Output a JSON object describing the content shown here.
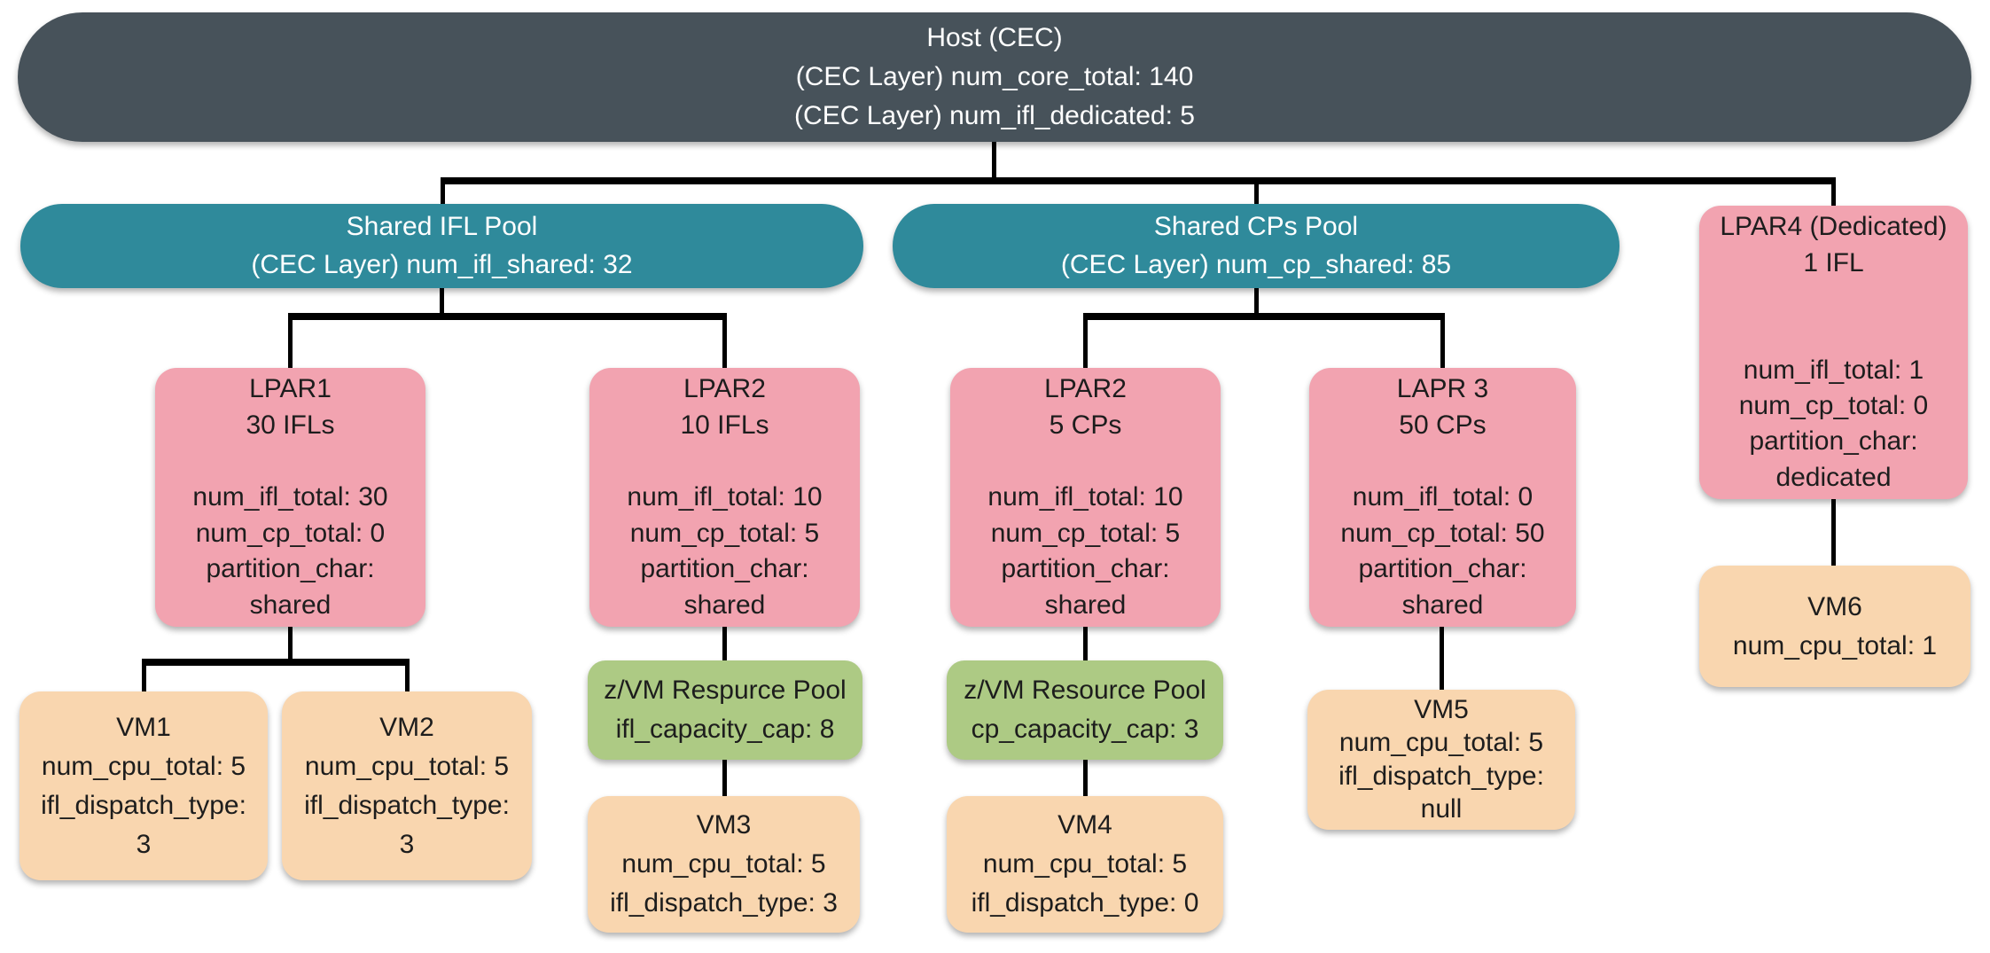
{
  "colors": {
    "host": "#47525A",
    "pool": "#2F8A9B",
    "lpar": "#F2A3B0",
    "vm": "#F9D6AF",
    "zvm_pool": "#ADCA84",
    "connector": "#000000",
    "text_on_dark": "#FFFFFF",
    "text_on_light": "#1D1D1D"
  },
  "nodes": {
    "host": {
      "lines": [
        "Host (CEC)",
        "(CEC Layer) num_core_total: 140",
        "(CEC Layer) num_ifl_dedicated: 5"
      ]
    },
    "shared_ifl_pool": {
      "lines": [
        "Shared IFL Pool",
        "(CEC Layer) num_ifl_shared: 32"
      ]
    },
    "shared_cps_pool": {
      "lines": [
        "Shared CPs Pool",
        "(CEC Layer) num_cp_shared: 85"
      ]
    },
    "lpar4": {
      "lines": [
        "LPAR4 (Dedicated)",
        "1 IFL",
        "",
        "",
        "num_ifl_total: 1",
        "num_cp_total: 0",
        "partition_char:",
        "dedicated"
      ]
    },
    "lpar1": {
      "lines": [
        "LPAR1",
        "30 IFLs",
        "",
        "num_ifl_total: 30",
        "num_cp_total: 0",
        "partition_char:",
        "shared"
      ]
    },
    "lpar2_ifl": {
      "lines": [
        "LPAR2",
        "10 IFLs",
        "",
        "num_ifl_total: 10",
        "num_cp_total: 5",
        "partition_char:",
        "shared"
      ]
    },
    "lpar2_cp": {
      "lines": [
        "LPAR2",
        "5 CPs",
        "",
        "num_ifl_total: 10",
        "num_cp_total: 5",
        "partition_char:",
        "shared"
      ]
    },
    "lapr3": {
      "lines": [
        "LAPR 3",
        "50 CPs",
        "",
        "num_ifl_total: 0",
        "num_cp_total: 50",
        "partition_char:",
        "shared"
      ]
    },
    "vm1": {
      "lines": [
        "VM1",
        "num_cpu_total: 5",
        "ifl_dispatch_type:",
        "3"
      ]
    },
    "vm2": {
      "lines": [
        "VM2",
        "num_cpu_total: 5",
        "ifl_dispatch_type:",
        "3"
      ]
    },
    "zvm_pool_ifl": {
      "lines": [
        "z/VM Respurce Pool",
        "ifl_capacity_cap: 8"
      ]
    },
    "vm3": {
      "lines": [
        "VM3",
        "num_cpu_total: 5",
        "ifl_dispatch_type: 3"
      ]
    },
    "zvm_pool_cp": {
      "lines": [
        "z/VM Resource Pool",
        "cp_capacity_cap: 3"
      ]
    },
    "vm4": {
      "lines": [
        "VM4",
        "num_cpu_total: 5",
        "ifl_dispatch_type: 0"
      ]
    },
    "vm5": {
      "lines": [
        "VM5",
        "num_cpu_total: 5",
        "ifl_dispatch_type:",
        "null"
      ]
    },
    "vm6": {
      "lines": [
        "VM6",
        "num_cpu_total: 1"
      ]
    }
  },
  "edges": [
    [
      "host",
      "shared_ifl_pool"
    ],
    [
      "host",
      "shared_cps_pool"
    ],
    [
      "host",
      "lpar4"
    ],
    [
      "shared_ifl_pool",
      "lpar1"
    ],
    [
      "shared_ifl_pool",
      "lpar2_ifl"
    ],
    [
      "shared_cps_pool",
      "lpar2_cp"
    ],
    [
      "shared_cps_pool",
      "lapr3"
    ],
    [
      "lpar1",
      "vm1"
    ],
    [
      "lpar1",
      "vm2"
    ],
    [
      "lpar2_ifl",
      "zvm_pool_ifl"
    ],
    [
      "zvm_pool_ifl",
      "vm3"
    ],
    [
      "lpar2_cp",
      "zvm_pool_cp"
    ],
    [
      "zvm_pool_cp",
      "vm4"
    ],
    [
      "lapr3",
      "vm5"
    ],
    [
      "lpar4",
      "vm6"
    ]
  ]
}
